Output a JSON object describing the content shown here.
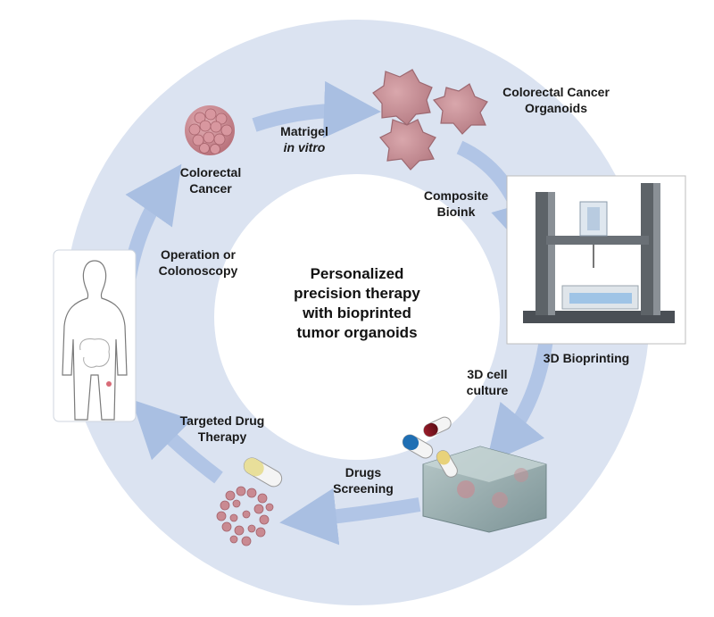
{
  "center": {
    "line1": "Personalized",
    "line2": "precision therapy",
    "line3": "with bioprinted",
    "line4": "tumor organoids"
  },
  "steps": {
    "colorectal_cancer": [
      "Colorectal",
      "Cancer"
    ],
    "matrigel": [
      "Matrigel",
      "in vitro"
    ],
    "organoids": [
      "Colorectal Cancer",
      "Organoids"
    ],
    "composite_bioink": [
      "Composite",
      "Bioink"
    ],
    "bioprinting": "3D Bioprinting",
    "cell_culture": [
      "3D cell",
      "culture"
    ],
    "drugs_screening": [
      "Drugs",
      "Screening"
    ],
    "targeted_therapy": [
      "Targeted Drug",
      "Therapy"
    ],
    "operation": [
      "Operation or",
      "Colonoscopy"
    ]
  },
  "colors": {
    "ring": "#dbe3f1",
    "arrow": "#a9bfe2",
    "tumor": "#c98a92",
    "gel": "#8fa3a8"
  }
}
